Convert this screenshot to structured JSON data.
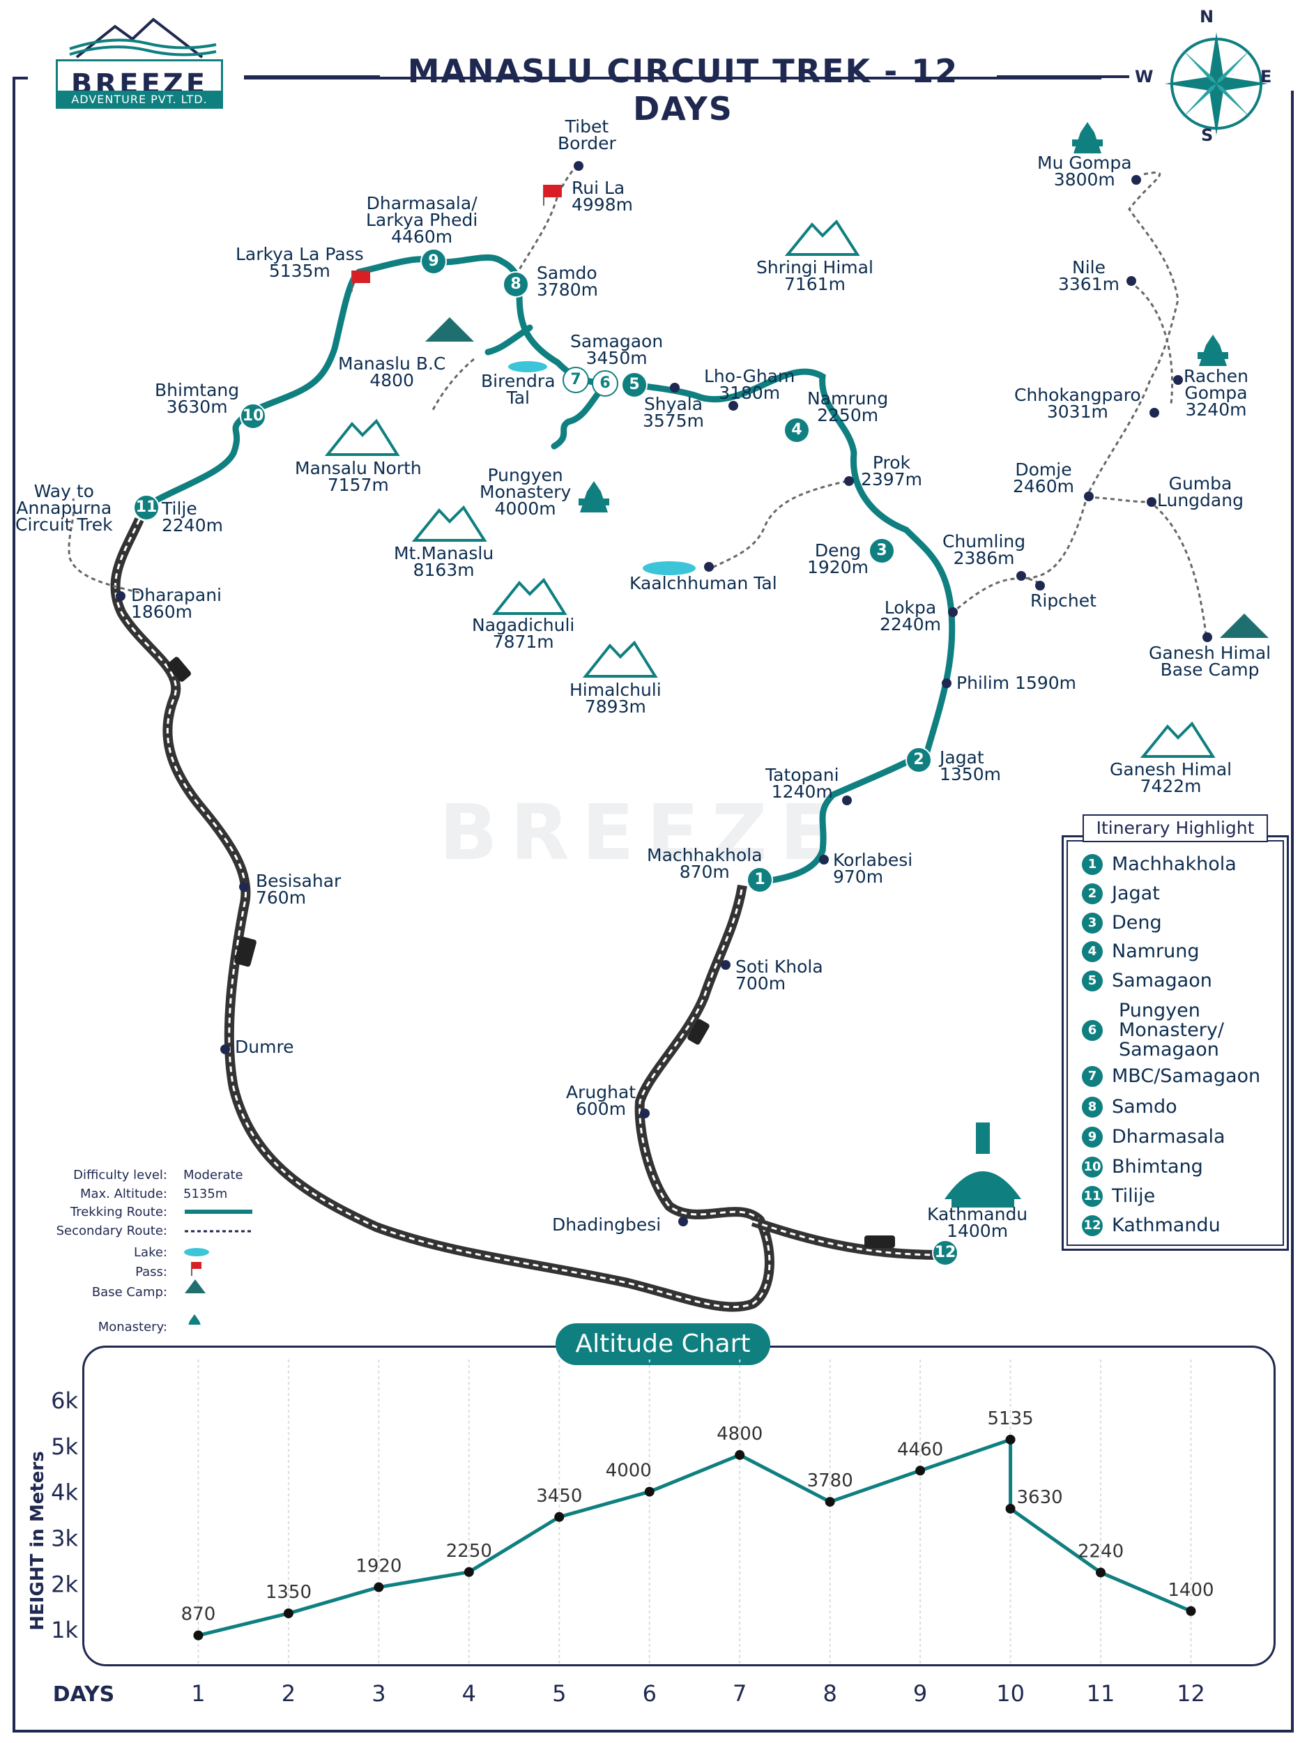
{
  "logo": {
    "name": "BREEZE",
    "sub": "ADVENTURE PVT. LTD."
  },
  "title": "MANASLU CIRCUIT TREK - 12 DAYS",
  "compass": {
    "n": "N",
    "s": "S",
    "e": "E",
    "w": "W"
  },
  "places": {
    "tibet": "Tibet\nBorder",
    "ruila": "Rui La\n4998m",
    "dharamsala": "Dharmasala/\nLarkya Phedi\n4460m",
    "larkya": "Larkya La Pass\n5135m",
    "samdo": "Samdo\n3780m",
    "samagaon": "Samagaon\n3450m",
    "manaslubc": "Manaslu B.C\n4800",
    "birendra": "Birendra\nTal",
    "bhimtang": "Bhimtang\n3630m",
    "lhogham": "Lho-Gham\n3180m",
    "shyala": "Shyala\n3575m",
    "namrung": "Namrung\n2250m",
    "pungyen": "Pungyen\nMonastery\n4000m",
    "prok": "Prok\n2397m",
    "wayto": "Way to\nAnnapurna\nCircuit Trek",
    "tilje": "Tilje\n2240m",
    "deng": "Deng\n1920m",
    "kaalchhuman": "Kaalchhuman Tal",
    "dharapani": "Dharapani\n1860m",
    "lokpa": "Lokpa\n2240m",
    "philim": "Philim 1590m",
    "jagat": "Jagat\n1350m",
    "tatopani": "Tatopani\n1240m",
    "machhakhola": "Machhakhola\n870m",
    "korlabesi": "Korlabesi\n970m",
    "besisahar": "Besisahar\n760m",
    "sotikhola": "Soti Khola\n700m",
    "dumre": "Dumre",
    "arughat": "Arughat\n600m",
    "dhadingbesi": "Dhadingbesi",
    "kathmandu": "Kathmandu\n1400m",
    "mugompa": "Mu Gompa\n3800m",
    "nile": "Nile\n3361m",
    "rachen": "Rachen\nGompa\n3240m",
    "chhokang": "Chhokangparo\n3031m",
    "domje": "Domje\n2460m",
    "gumba": "Gumba\nLungdang",
    "chumling": "Chumling\n2386m",
    "ripchet": "Ripchet",
    "ganeshbc": "Ganesh Himal\nBase Camp"
  },
  "peaks": {
    "shringi": "Shringi Himal\n7161m",
    "mansalunorth": "Mansalu North\n7157m",
    "mtmanaslu": "Mt.Manaslu\n8163m",
    "nagadichuli": "Nagadichuli\n7871m",
    "himalchuli": "Himalchuli\n7893m",
    "ganesh": "Ganesh Himal\n7422m"
  },
  "stops": [
    "1",
    "2",
    "3",
    "4",
    "5",
    "6",
    "7",
    "8",
    "9",
    "10",
    "11",
    "12"
  ],
  "legend": {
    "difficulty_label": "Difficulty level:",
    "difficulty_value": "Moderate",
    "altitude_label": "Max. Altitude:",
    "altitude_value": "5135m",
    "trekking": "Trekking Route:",
    "secondary": "Secondary Route:",
    "lake": "Lake:",
    "pass": "Pass:",
    "basecamp": "Base Camp:",
    "monastery": "Monastery:"
  },
  "itinerary": {
    "title": "Itinerary Highlight",
    "items": [
      {
        "n": "1",
        "label": "Machhakhola"
      },
      {
        "n": "2",
        "label": "Jagat"
      },
      {
        "n": "3",
        "label": "Deng"
      },
      {
        "n": "4",
        "label": "Namrung"
      },
      {
        "n": "5",
        "label": "Samagaon"
      },
      {
        "n": "6",
        "label": "Pungyen\nMonastery/\nSamagaon"
      },
      {
        "n": "7",
        "label": "MBC/Samagaon"
      },
      {
        "n": "8",
        "label": "Samdo"
      },
      {
        "n": "9",
        "label": "Dharmasala"
      },
      {
        "n": "10",
        "label": "Bhimtang"
      },
      {
        "n": "11",
        "label": "Tilije"
      },
      {
        "n": "12",
        "label": "Kathmandu"
      }
    ]
  },
  "chart_data": {
    "type": "line",
    "title": "Altitude Chart",
    "xlabel": "DAYS",
    "ylabel": "HEIGHT in Meters",
    "x": [
      1,
      2,
      3,
      4,
      5,
      6,
      7,
      8,
      9,
      10,
      10,
      11,
      12
    ],
    "values": [
      870,
      1350,
      1920,
      2250,
      3450,
      4000,
      4800,
      3780,
      4460,
      5135,
      3630,
      2240,
      1400
    ],
    "data_labels": [
      "870",
      "1350",
      "1920",
      "2250",
      "3450",
      "4000",
      "4800",
      "3780",
      "4460",
      "5135",
      "3630",
      "2240",
      "1400"
    ],
    "x_ticks": [
      "1",
      "2",
      "3",
      "4",
      "5",
      "6",
      "7",
      "8",
      "9",
      "10",
      "11",
      "12"
    ],
    "y_ticks": [
      "1k",
      "2k",
      "3k",
      "4k",
      "5k",
      "6k"
    ],
    "ylim": [
      500,
      6500
    ],
    "xlim": [
      0,
      12.9
    ],
    "grid": "vertical",
    "color": "#0f7f80"
  },
  "colors": {
    "teal": "#0f7f80",
    "navy": "#1f2850",
    "lake": "#3cc4d8",
    "pass": "#d81f26",
    "road": "#333333"
  }
}
